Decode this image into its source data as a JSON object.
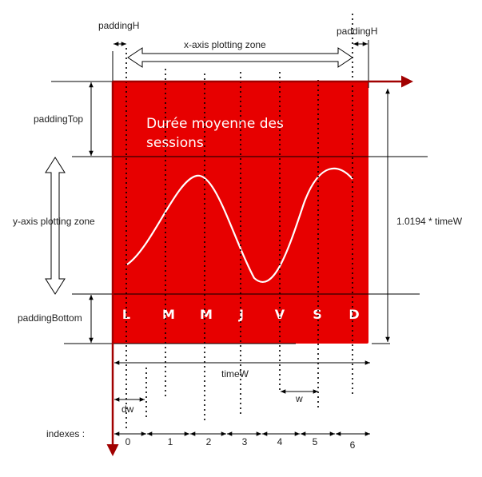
{
  "card": {
    "title_line1": "Durée moyenne des",
    "title_line2": "sessions",
    "background_color": "#e70000",
    "curve_color": "#ffffff",
    "days": [
      "L",
      "M",
      "M",
      "J",
      "V",
      "S",
      "D"
    ]
  },
  "annotations": {
    "padding_h_left": "paddingH",
    "padding_h_right": "paddingH",
    "x_zone": "x-axis plotting zone",
    "padding_top": "paddingTop",
    "y_zone": "y-axis plotting zone",
    "padding_bottom": "paddingBottom",
    "height_formula": "1.0194 * timeW",
    "time_w": "timeW",
    "w": "w",
    "dw": "dw",
    "indexes_label": "indexes :",
    "indexes": [
      "0",
      "1",
      "2",
      "3",
      "4",
      "5",
      "6"
    ]
  },
  "colors": {
    "axis_arrow": "#a10000",
    "line": "#000000"
  }
}
